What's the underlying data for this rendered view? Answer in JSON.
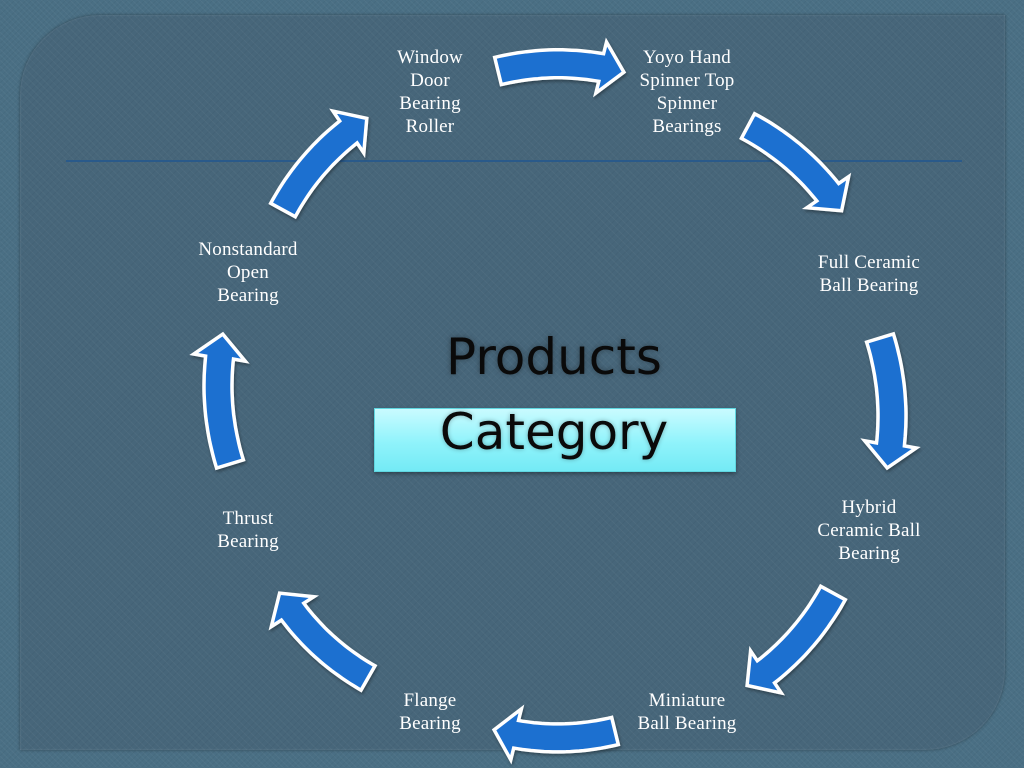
{
  "diagram": {
    "center": {
      "line1": "Products",
      "line2": "Category"
    },
    "nodes": [
      {
        "id": "window-door",
        "label": "Window\nDoor\nBearing\nRoller"
      },
      {
        "id": "yoyo",
        "label": "Yoyo Hand\nSpinner Top\nSpinner\nBearings"
      },
      {
        "id": "full-ceramic",
        "label": "Full Ceramic\nBall Bearing"
      },
      {
        "id": "hybrid-ceramic",
        "label": "Hybrid\nCeramic Ball\nBearing"
      },
      {
        "id": "miniature",
        "label": "Miniature\nBall Bearing"
      },
      {
        "id": "flange",
        "label": "Flange\nBearing"
      },
      {
        "id": "thrust",
        "label": "Thrust\nBearing"
      },
      {
        "id": "nonstandard",
        "label": "Nonstandard\nOpen\nBearing"
      }
    ],
    "colors": {
      "arrow_fill": "#1e6fd0",
      "arrow_outline": "#ffffff",
      "background": "#47667a",
      "label_text": "#ffffff",
      "title_text": "#0a0a0a",
      "subtitle_box": "#8ff3fb"
    }
  }
}
